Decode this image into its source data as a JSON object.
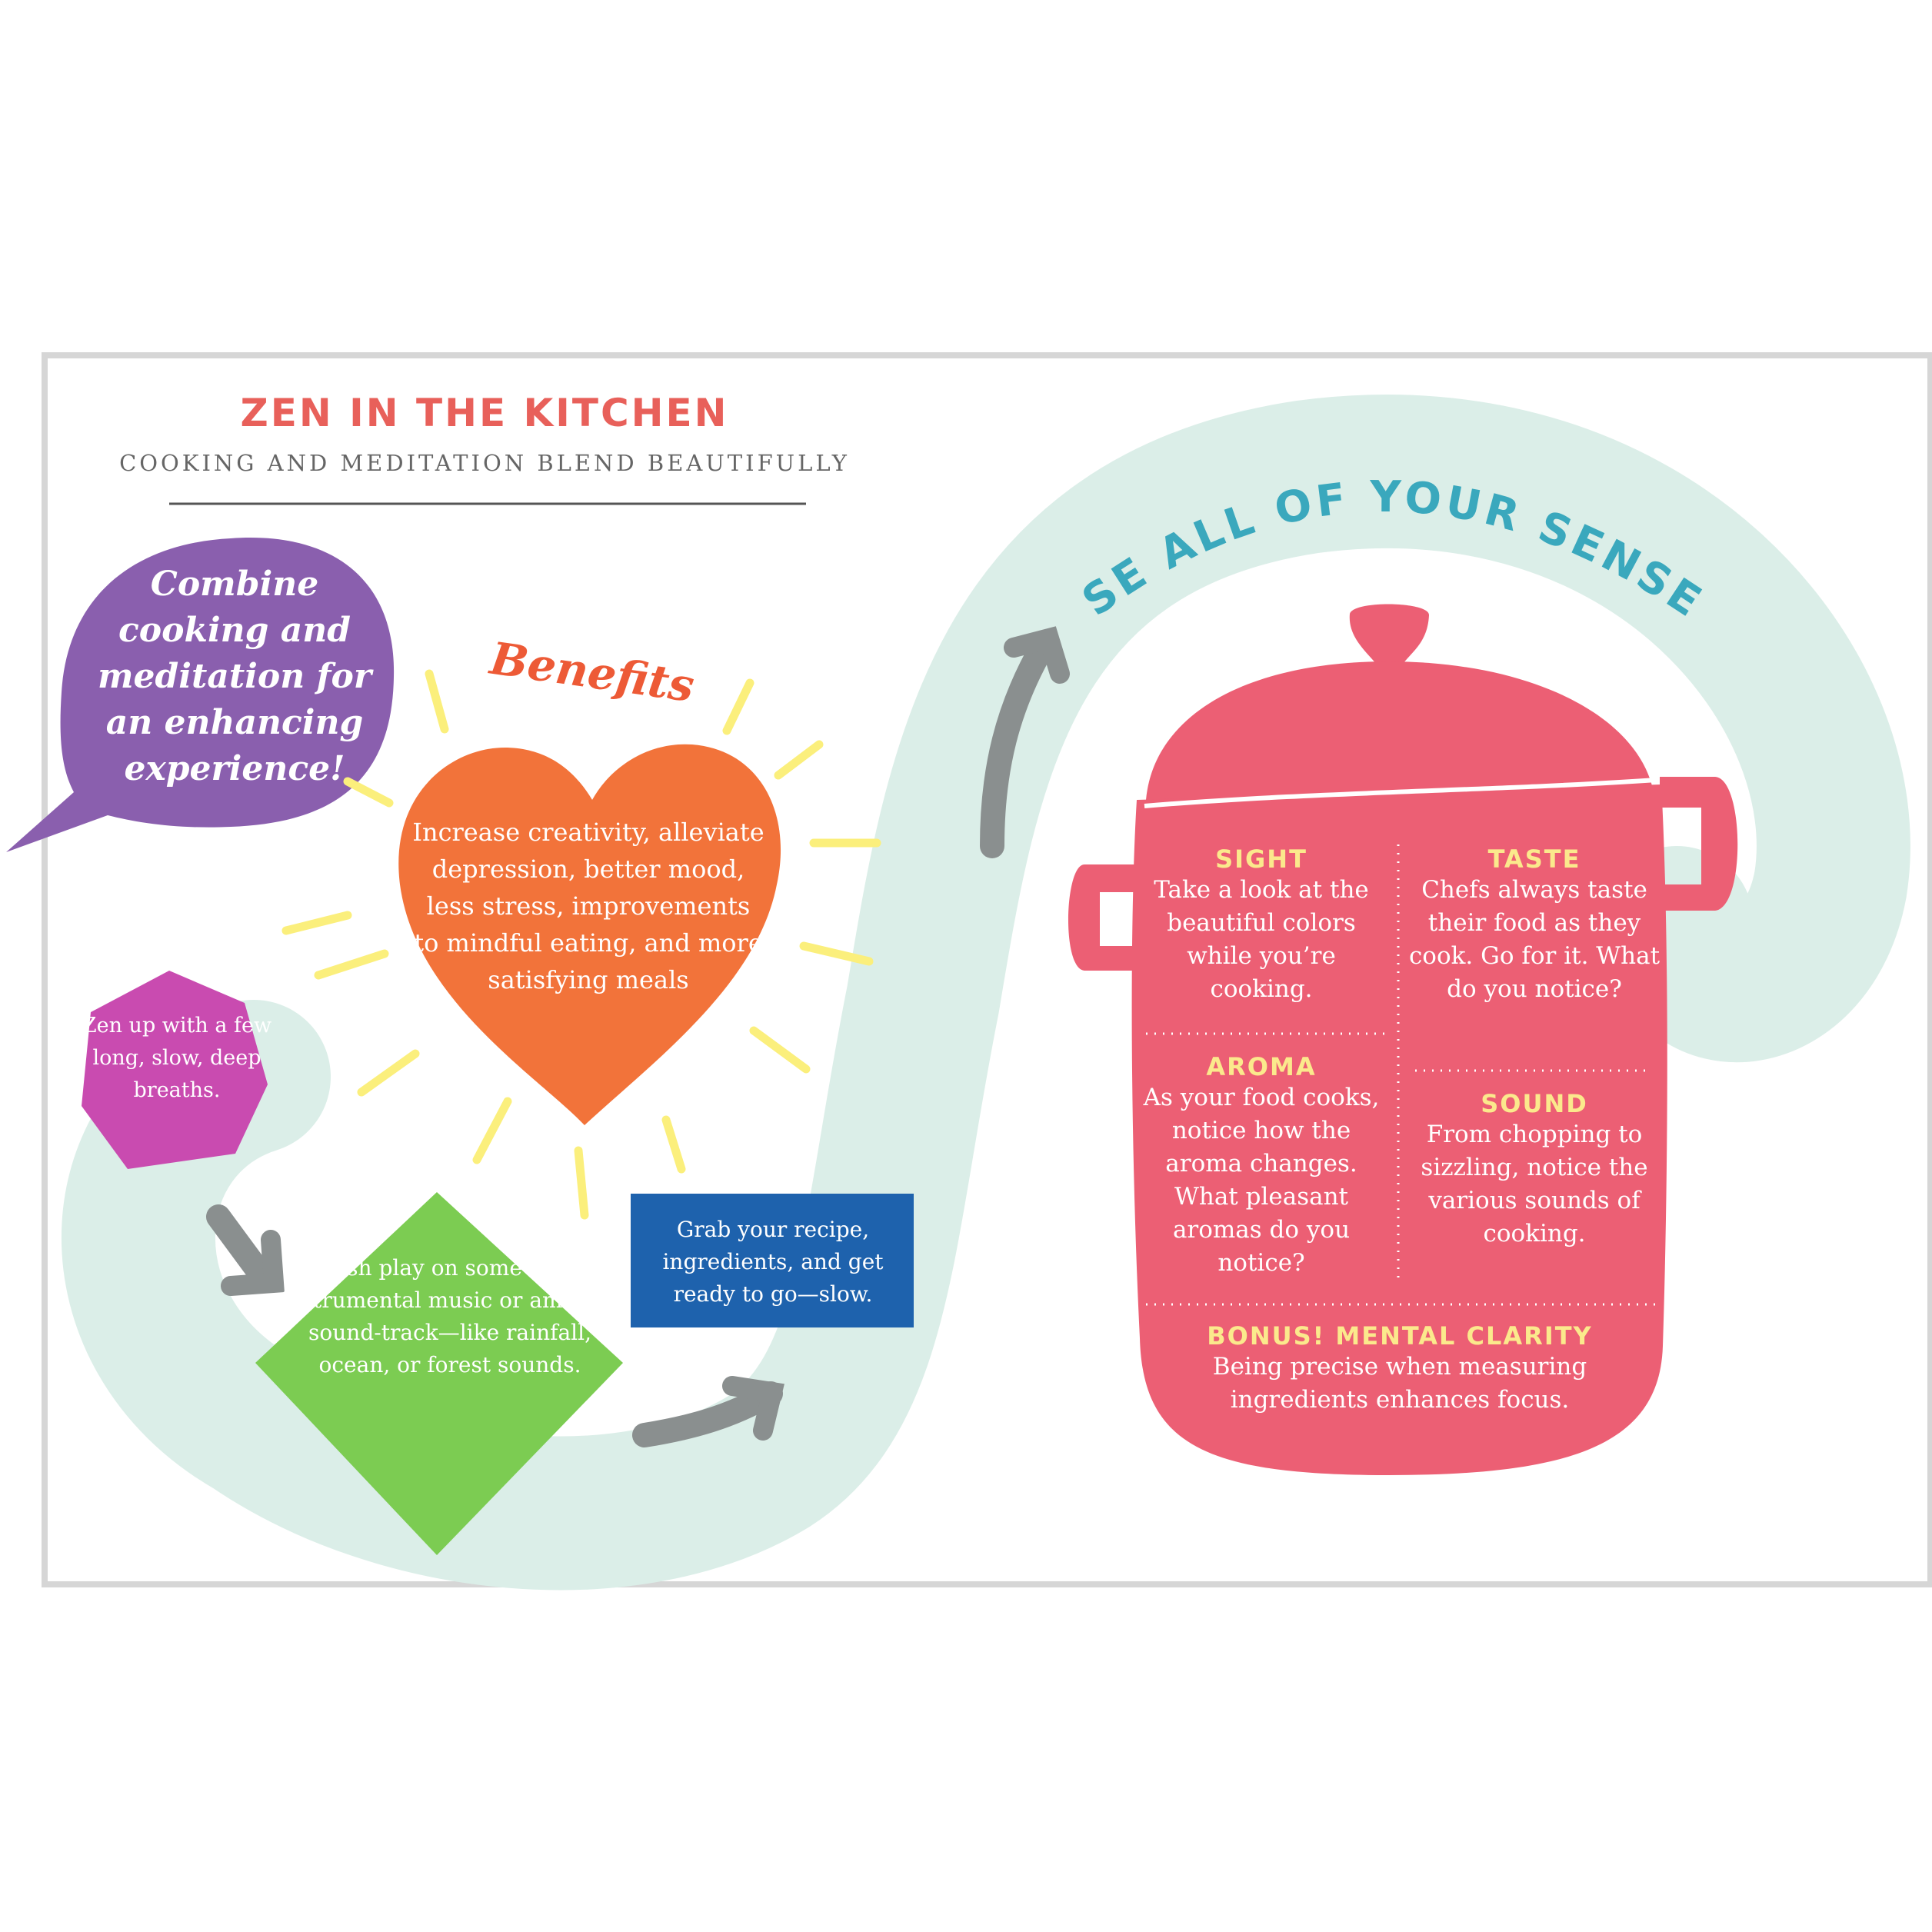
{
  "header": {
    "title": "ZEN IN THE KITCHEN",
    "subtitle": "COOKING AND MEDITATION BLEND BEAUTIFULLY"
  },
  "bubble": {
    "text": "Combine cooking and meditation for an enhancing experience!"
  },
  "benefits": {
    "heading": "Benefits",
    "text": "Increase creativity, alleviate depression, better mood, less stress, improvements to mindful eating, and more satisfying meals"
  },
  "steps": {
    "zen_up": "Zen up with a few long, slow, deep breaths.",
    "push_play": "Push play on some calm instrumental music or ambient sound-track—like rainfall, ocean, or forest sounds.",
    "grab_recipe": "Grab your recipe, ingredients, and get ready to go—slow."
  },
  "senses": {
    "curve_heading": "USE ALL OF YOUR SENSES",
    "sight": {
      "heading": "SIGHT",
      "text": "Take a look at the beautiful colors while you’re cooking."
    },
    "taste": {
      "heading": "TASTE",
      "text": "Chefs always taste their food as they cook. Go for it. What do you notice?"
    },
    "aroma": {
      "heading": "AROMA",
      "text": "As your food cooks, notice how the aroma changes. What pleasant aromas do you notice?"
    },
    "sound": {
      "heading": "SOUND",
      "text": "From chopping to sizzling, notice the various sounds of cooking."
    },
    "bonus": {
      "heading": "BONUS! MENTAL CLARITY",
      "text": "Being precise when measuring ingredients enhances focus."
    }
  },
  "colors": {
    "title": "#e8605a",
    "bubble": "#8a5fae",
    "heart": "#f2733a",
    "heptagon": "#c94bb0",
    "diamond": "#7ccc52",
    "blue_box": "#1e62ad",
    "pot": "#ec5f74",
    "path": "#dbeee8",
    "arrows": "#8a8f8f",
    "curve_heading": "#3aa8bd",
    "sense_heading": "#fbe98c"
  }
}
